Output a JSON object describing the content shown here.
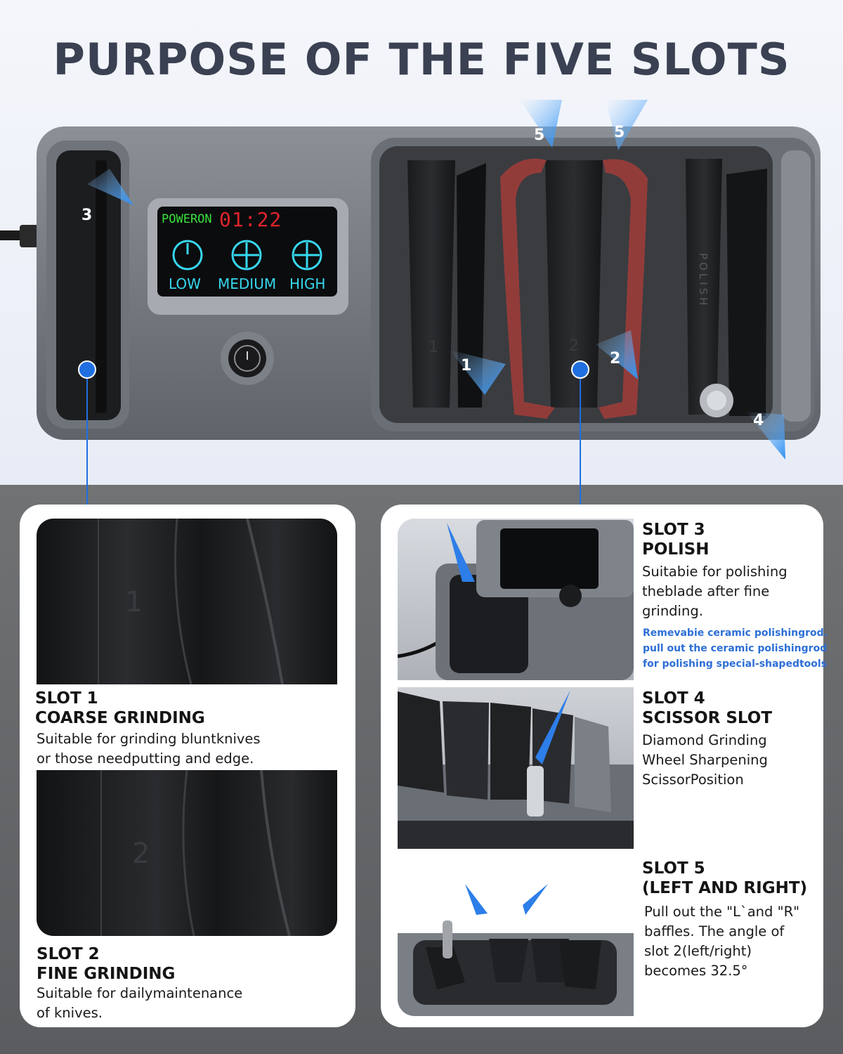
{
  "headline": "PURPOSE OF THE FIVE SLOTS",
  "display": {
    "status": "POWERON",
    "time": "01:22",
    "modes": [
      "LOW",
      "MEDIUM",
      "HIGH"
    ]
  },
  "device_labels": {
    "polish_mark": "POLISH",
    "slot_marks": [
      "1",
      "2"
    ]
  },
  "callout_numbers": [
    "1",
    "2",
    "3",
    "4",
    "5",
    "5"
  ],
  "slots": [
    {
      "title_1": "SLOT 1",
      "title_2": "COARSE GRINDING",
      "desc": [
        "Suitable for grinding bluntknives",
        "or those needputting and edge."
      ],
      "photo_mark": "1"
    },
    {
      "title_1": "SLOT 2",
      "title_2": "FINE GRINDING",
      "desc": [
        "Suitable for dailymaintenance",
        "of knives."
      ],
      "photo_mark": "2"
    },
    {
      "title_1": "SLOT 3",
      "title_2": "POLISH",
      "desc": [
        "Suitabie for polishing",
        "theblade after fine",
        "grinding."
      ],
      "note": [
        "Remevabie ceramic polishingrod.",
        "pull out the ceramic polishingrod",
        "for polishing special-shapedtools"
      ]
    },
    {
      "title_1": "SLOT 4",
      "title_2": "SCISSOR SLOT",
      "desc": [
        "Diamond Grinding",
        "Wheel Sharpening",
        "ScissorPosition"
      ]
    },
    {
      "title_1": "SLOT 5",
      "title_2": "(LEFT AND RIGHT)",
      "desc": [
        "Pull out the \"L`and \"R\"",
        "baffles. The angle of",
        "slot 2(left/right)",
        "becomes 32.5°"
      ]
    }
  ],
  "colors": {
    "accent_blue": "#1f6fe0",
    "baffle_red": "#9a3d3a",
    "headline": "#3a4152",
    "status_green": "#39e23a",
    "time_red": "#e0242a",
    "mode_cyan": "#37d7ee"
  },
  "icons": [
    "arrow-icon",
    "power-knob-icon",
    "power-button-icon",
    "low-mode-icon",
    "medium-mode-icon",
    "high-mode-icon",
    "scissor-knob-icon"
  ]
}
